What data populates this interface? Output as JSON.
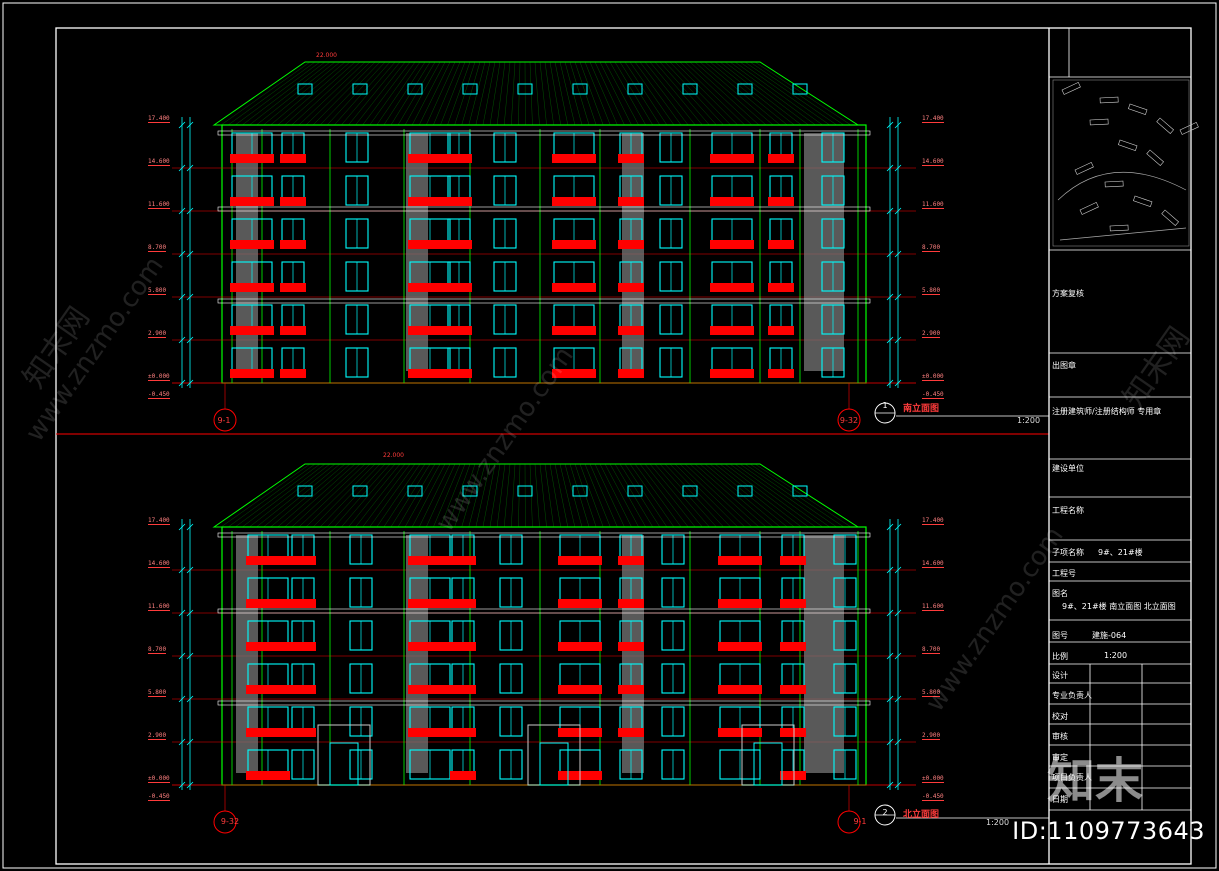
{
  "sheet": {
    "colors": {
      "frame": "#ffffff",
      "wall": "#00ff00",
      "roof": "#00ff00",
      "window": "#00ffff",
      "balcony": "#ff0000",
      "dim": "#00ffff",
      "text": "#ff3b3b",
      "divider": "#ff0000",
      "title_block": "#ffffff"
    }
  },
  "elevations": [
    {
      "title": "南立面图",
      "number": "1",
      "scale": "1:200",
      "axis_left": "9-1",
      "axis_right": "9-32",
      "levels_left": [
        "17.400",
        "14.600",
        "11.600",
        "8.700",
        "5.800",
        "2.900",
        "±0.000",
        "-0.450"
      ],
      "levels_right": [
        "17.400",
        "14.600",
        "11.600",
        "8.700",
        "5.800",
        "2.900",
        "±0.000",
        "-0.450"
      ],
      "ridge_label": "22.000"
    },
    {
      "title": "北立面图",
      "number": "2",
      "scale": "1:200",
      "axis_left": "9-32",
      "axis_right": "9-1",
      "levels_left": [
        "17.400",
        "14.600",
        "11.600",
        "8.700",
        "5.800",
        "2.900",
        "±0.000",
        "-0.450"
      ],
      "levels_right": [
        "17.400",
        "14.600",
        "11.600",
        "8.700",
        "5.800",
        "2.900",
        "±0.000",
        "-0.450"
      ],
      "ridge_label": "22.000"
    }
  ],
  "title_block": {
    "plan_review": "方案复核",
    "stamp_label": "出图章",
    "certified_stamp": "注册建筑师/注册结构师 专用章",
    "client_label": "建设单位",
    "project_label": "工程名称",
    "subitem_label": "子项名称",
    "subitem_value": "9#、21#楼",
    "job_no_label": "工程号",
    "drawing_name_label": "图名",
    "drawing_name_value": "9#、21#楼 南立面图 北立面图",
    "drawing_no_label": "图号",
    "drawing_no_value": "建施-064",
    "scale_label": "比例",
    "scale_value": "1:200",
    "design_label": "设计",
    "chief_label": "专业负责人",
    "check_label": "校对",
    "review_label": "审核",
    "approve_label": "审定",
    "project_manager_label": "项目负责人",
    "date_label": "日期"
  },
  "watermark": {
    "site": "www.znzmo.com",
    "brand": "知末网",
    "logo": "知末",
    "id": "ID:1109773643"
  }
}
